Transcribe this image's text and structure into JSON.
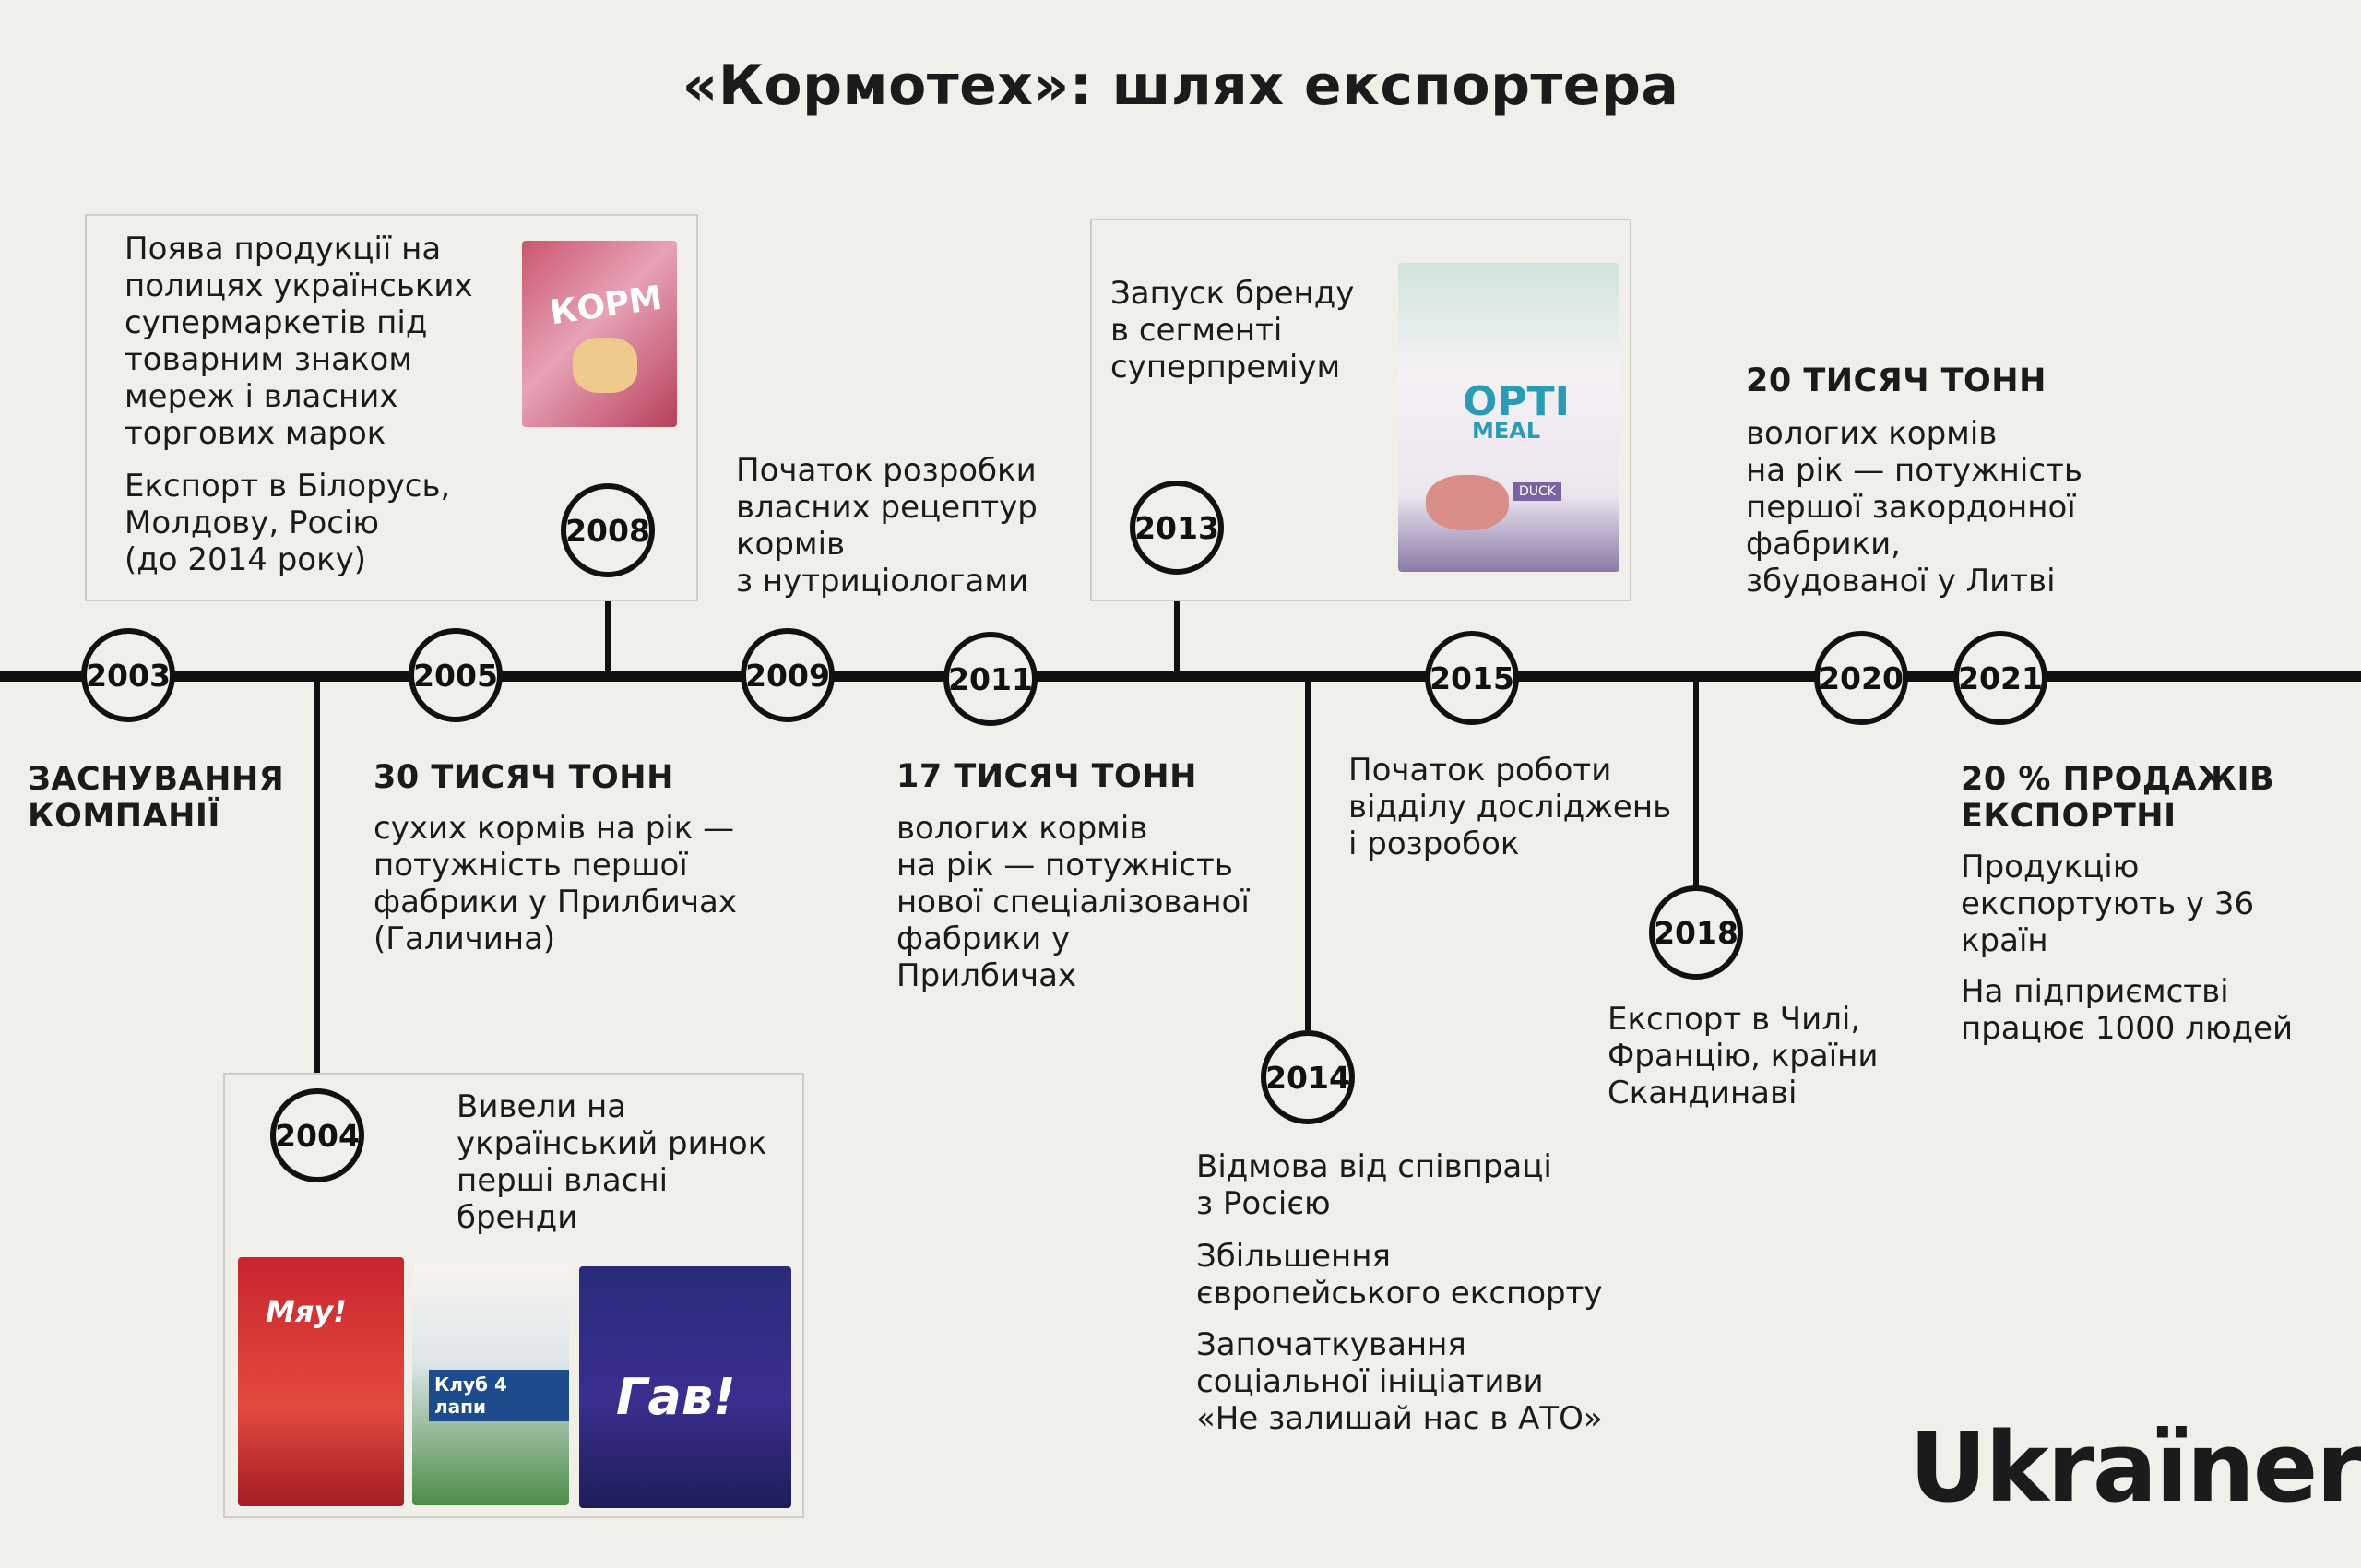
{
  "title": "«Кормотех»: шлях експортера",
  "logo": "Ukraїner",
  "years": [
    "2003",
    "2004",
    "2005",
    "2008",
    "2009",
    "2011",
    "2013",
    "2014",
    "2015",
    "2018",
    "2020",
    "2021"
  ],
  "events": {
    "y2003": {
      "heading": "ЗАСНУВАННЯ\nКОМПАНІЇ"
    },
    "y2004": {
      "text": "Вивели на\nукраїнський ринок\nперші власні\nбренди",
      "brands": [
        "Мяу!",
        "Клуб 4 лапи",
        "Гав!"
      ]
    },
    "y2005": {
      "heading": "30 ТИСЯЧ ТОНН",
      "text": "сухих кормів на рік —\nпотужність першої\nфабрики у Прилбичах\n(Галичина)"
    },
    "y2008": {
      "text1": "Поява продукції на\nполицях українських\nсупермаркетів під\nтоварним знаком\nмереж і власних\nторгових марок",
      "text2": "Експорт в Білорусь,\nМолдову, Росію\n(до 2014 року)",
      "pack_label": "КОРМ"
    },
    "y2009": {
      "text": "Початок розробки\nвласних рецептур\nкормів\nз нутриціологами"
    },
    "y2011": {
      "heading": "17 ТИСЯЧ ТОНН",
      "text": "вологих кормів\nна рік — потужність\nнової спеціалізованої\nфабрики у\nПрилбичах"
    },
    "y2013": {
      "text": "Запуск бренду\nв сегменті\nсуперпреміум",
      "pack_brand_1": "OPTI",
      "pack_brand_2": "MEAL",
      "pack_flavor": "DUCK"
    },
    "y2014": {
      "text1": "Відмова від співпраці\nз Росією",
      "text2": "Збільшення\nєвропейського експорту",
      "text3": "Започаткування\nсоціальної ініціативи\n«Не залишай нас в АТО»"
    },
    "y2015": {
      "text": "Початок роботи\nвідділу досліджень\nі розробок"
    },
    "y2018": {
      "text": "Експорт в Чилі,\nФранцію, країни\nСкандинаві"
    },
    "y2020": {
      "heading": "20 ТИСЯЧ ТОНН",
      "text": "вологих кормів\nна рік — потужність\nпершої закордонної\nфабрики,\nзбудованої у Литві"
    },
    "y2021": {
      "heading": "20 % ПРОДАЖІВ\nЕКСПОРТНІ",
      "text1": "Продукцію\nекспортують у 36\nкраїн",
      "text2": "На підприємстві\nпрацює 1000 людей"
    }
  }
}
